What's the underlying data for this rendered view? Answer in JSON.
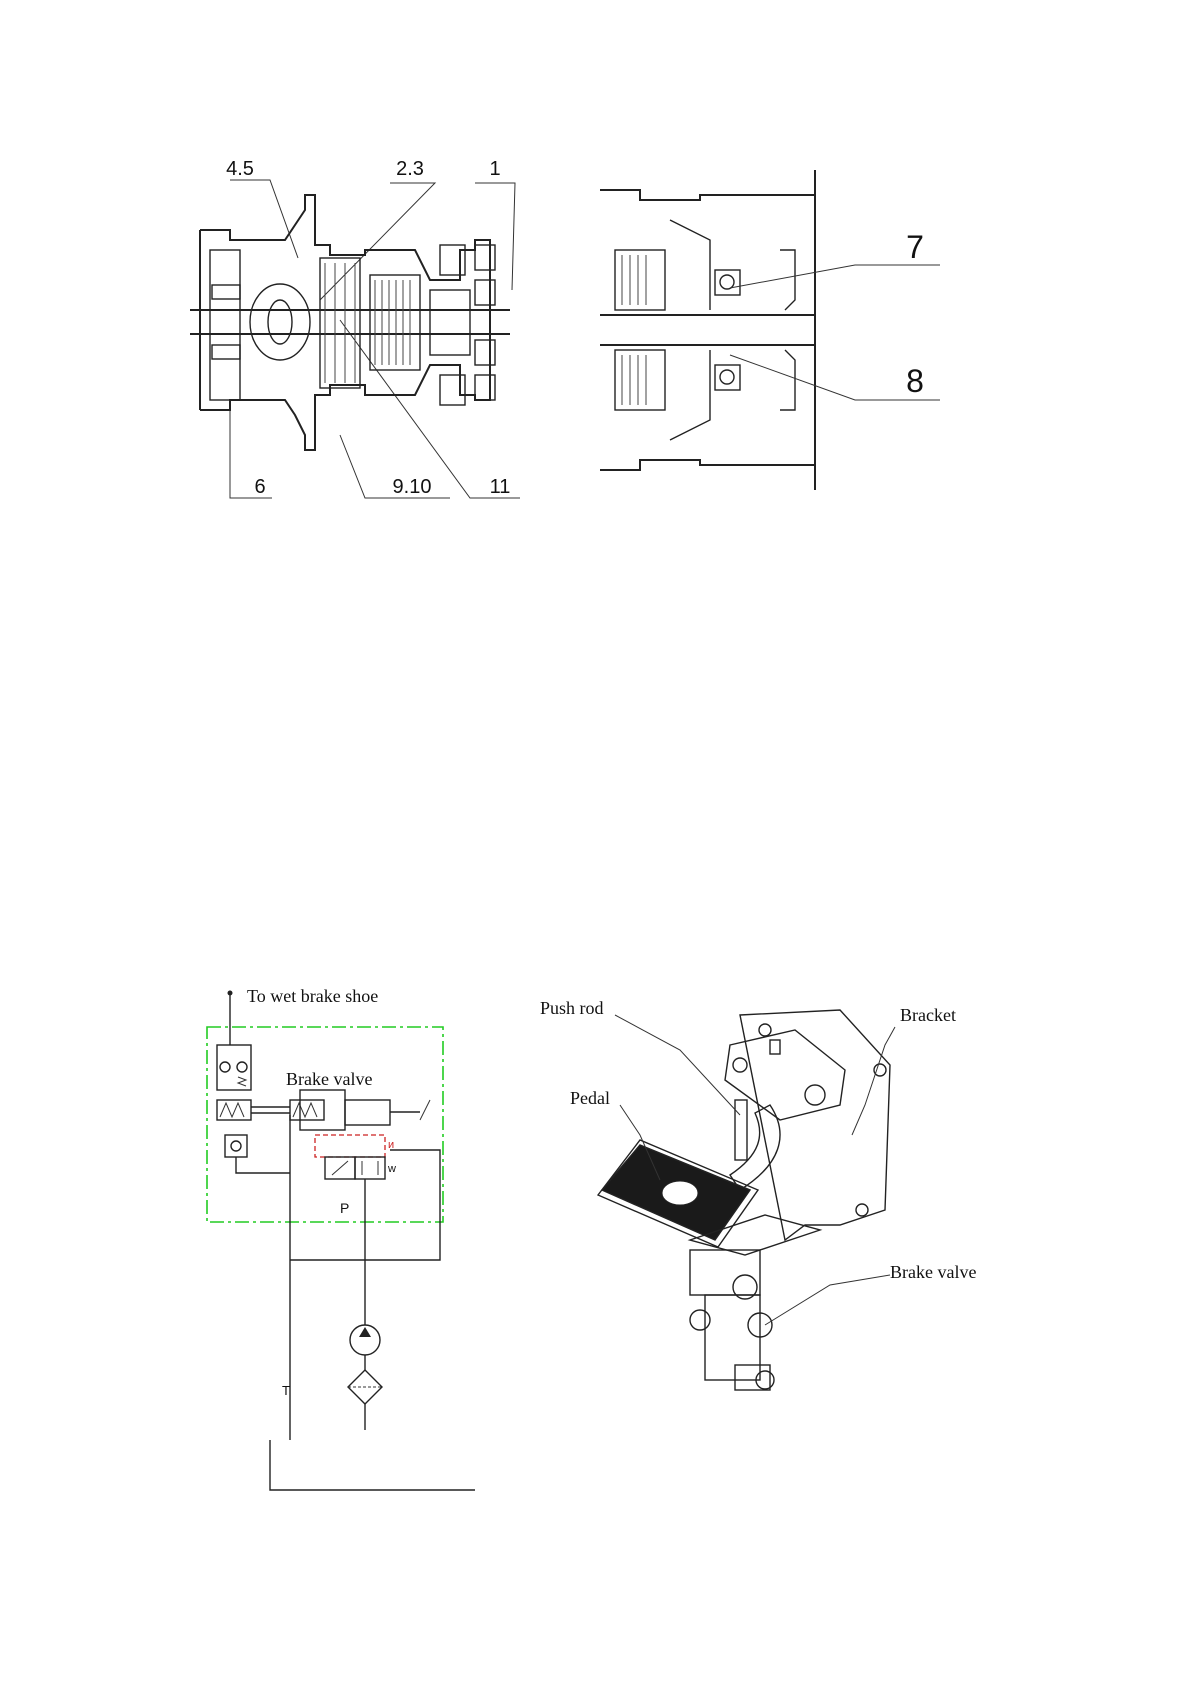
{
  "axle_section": {
    "callouts": [
      "4.5",
      "2.3",
      "1",
      "6",
      "9.10",
      "11"
    ]
  },
  "axle_detail": {
    "callouts": [
      "7",
      "8"
    ]
  },
  "hydraulic_schematic": {
    "top_label": "To wet brake shoe",
    "valve_label": "Brake valve",
    "port_p": "P",
    "port_t": "T",
    "solenoid_marks": [
      "и",
      "w"
    ],
    "colors": {
      "boundary": "#22cc22",
      "pilot": "#cc2222",
      "lines": "#222222"
    }
  },
  "pedal_assembly": {
    "labels": {
      "push_rod": "Push rod",
      "bracket": "Bracket",
      "pedal": "Pedal",
      "brake_valve": "Brake valve"
    }
  }
}
